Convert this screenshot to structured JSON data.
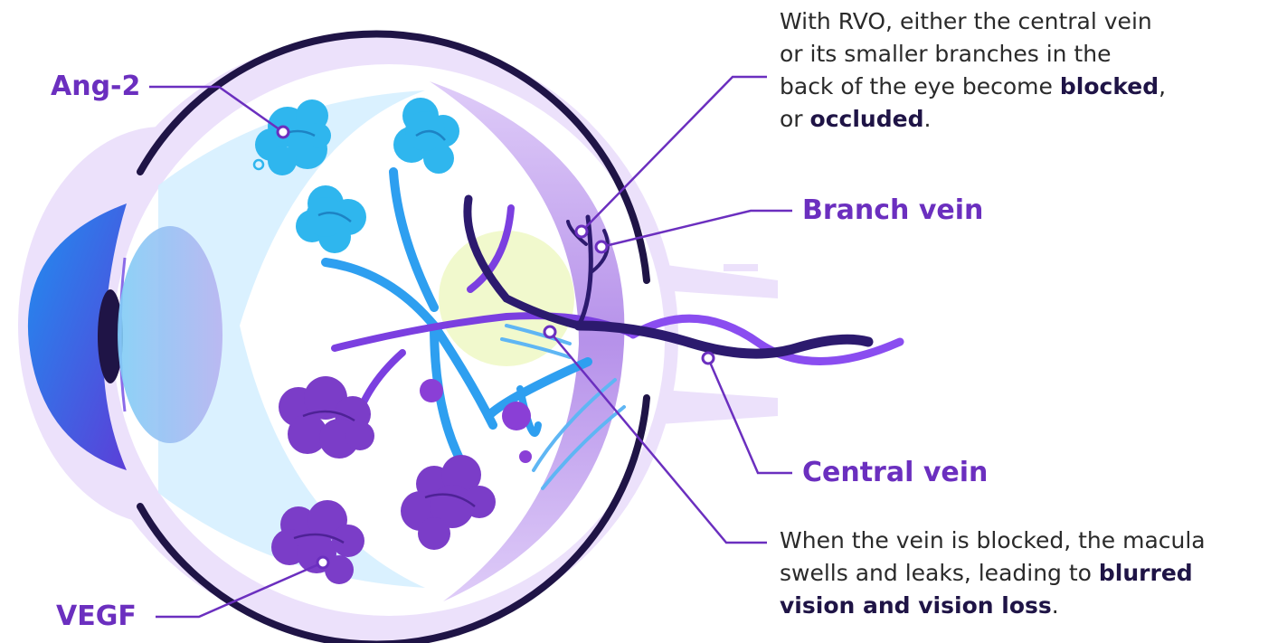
{
  "labels": {
    "ang2": "Ang-2",
    "vegf": "VEGF",
    "branch_vein": "Branch vein",
    "central_vein": "Central vein"
  },
  "top_note": {
    "line1": "With RVO, either the central vein",
    "line2": "or its smaller branches in the",
    "line3_pre": "back of the eye become ",
    "line3_bold": "blocked",
    "line3_post": ",",
    "line4_pre": "or ",
    "line4_bold": "occluded",
    "line4_post": "."
  },
  "bottom_note": {
    "line1": "When the vein is blocked, the macula",
    "line2_pre": "swells and leaks, leading to ",
    "line2_bold": "blurred",
    "line3_bold": "vision and vision loss",
    "line3_post": "."
  },
  "colors": {
    "label_purple": "#6b2fbf",
    "dark_navy": "#1f1446",
    "halo_lavender": "#ece1fb",
    "vessel_blue": "#2e9ff0",
    "vein_purple": "#7b3fe0",
    "ang2_cluster": "#2fb6ee",
    "vegf_cluster": "#7b3dc8",
    "macula_yellow": "#eef8c4"
  }
}
